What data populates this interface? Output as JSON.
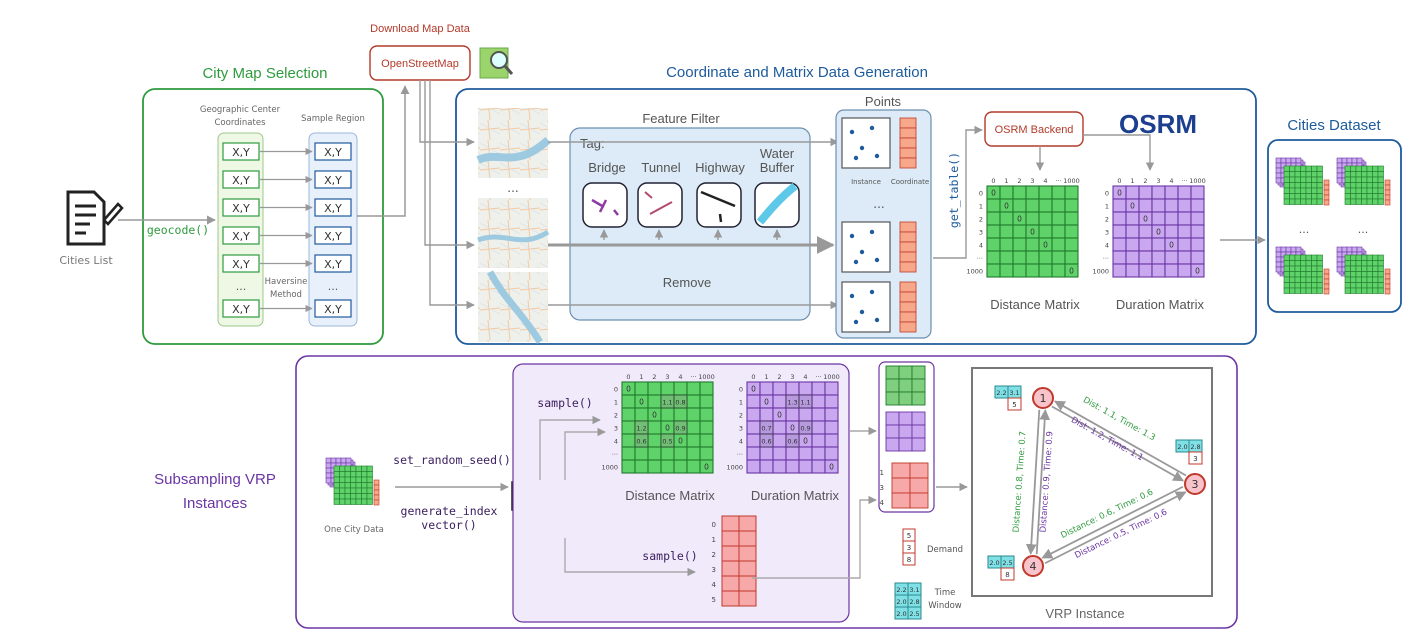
{
  "top": {
    "download_label": "Download Map Data",
    "osm_button": "OpenStreetMap",
    "city_map_selection_title": "City Map Selection",
    "coordinate_matrix_title": "Coordinate and Matrix Data Generation",
    "cities_dataset_title": "Cities Dataset",
    "cities_list_label": "Cities List",
    "geocode_fn": "geocode()",
    "geo_center_label_1": "Geographic Center",
    "geo_center_label_2": "Coordinates",
    "sample_region_label": "Sample Region",
    "xy": "X,Y",
    "dots": "...",
    "haversine_1": "Haversine",
    "haversine_2": "Method",
    "feature_filter_title": "Feature Filter",
    "tag_label": "Tag:",
    "tags": [
      "Bridge",
      "Tunnel",
      "Highway",
      "Water",
      "Buffer"
    ],
    "remove_label": "Remove",
    "points_title": "Points",
    "instance_label": "Instance",
    "coordinate_label": "Coordinate",
    "get_table_fn": "get_table()",
    "osrm_backend": "OSRM Backend",
    "osrm_logo": "OSRM",
    "distance_matrix": "Distance Matrix",
    "duration_matrix": "Duration Matrix",
    "matrix_col_ticks": [
      "0",
      "1",
      "2",
      "3",
      "4",
      "···",
      "1000"
    ],
    "matrix_row_ticks": [
      "0",
      "1",
      "2",
      "3",
      "4",
      "···",
      "1000"
    ],
    "zero": "0"
  },
  "bottom": {
    "subsampling_title_1": "Subsampling VRP",
    "subsampling_title_2": "Instances",
    "one_city_data": "One City Data",
    "set_seed_fn": "set_random_seed()",
    "generate_index_fn_1": "generate_index",
    "generate_index_fn_2": "vector()",
    "index_vector": [
      "1",
      "3",
      "4"
    ],
    "sample_fn": "sample()",
    "distance_matrix": "Distance Matrix",
    "duration_matrix": "Duration Matrix",
    "dist_values": [
      "1.1",
      "1.2",
      "0.8",
      "0.6",
      "0.9",
      "0.5"
    ],
    "dur_values": [
      "1.3",
      "0.7",
      "1.1",
      "0.6",
      "0.9",
      "0.6"
    ],
    "demand_col_ticks": [
      "0",
      "1",
      "2",
      "3",
      "4",
      "5"
    ],
    "demand_label": "Demand",
    "time_label_1": "Time",
    "time_label_2": "Window",
    "demand_values": [
      "5",
      "3",
      "8"
    ],
    "time_window_rows": [
      [
        "2.2",
        "3.1"
      ],
      [
        "2.0",
        "2.8"
      ],
      [
        "2.0",
        "2.5"
      ]
    ],
    "selected_rows": [
      "1",
      "3",
      "4"
    ],
    "vrp_instance_label": "VRP Instance",
    "nodes": [
      "1",
      "3",
      "4"
    ],
    "edge_labels": {
      "e13_a": "Dist: 1.1, Time: 1.3",
      "e13_b": "Dist: 1.2, Time: 1.1",
      "e14_a": "Distance: 0.8, Time: 0.7",
      "e14_b": "Distance: 0.9, Time: 0.9",
      "e34_a": "Distance: 0.6, Time: 0.6",
      "e34_b": "Distance: 0.5, Time: 0.6"
    },
    "node_info": {
      "n1": {
        "tw": [
          "2.2",
          "3.1"
        ],
        "demand": "5"
      },
      "n3": {
        "tw": [
          "2.0",
          "2.8"
        ],
        "demand": "3"
      },
      "n4": {
        "tw": [
          "2.0",
          "2.5"
        ],
        "demand": "8"
      }
    }
  },
  "colors": {
    "green": "#2e9b3e",
    "purple": "#6a35a3",
    "blue": "#1e5b9c",
    "red": "#b33a2a",
    "matrix_green": "#5fd36a",
    "matrix_purple": "#c9a8f0",
    "teal": "#7fe0e6"
  }
}
